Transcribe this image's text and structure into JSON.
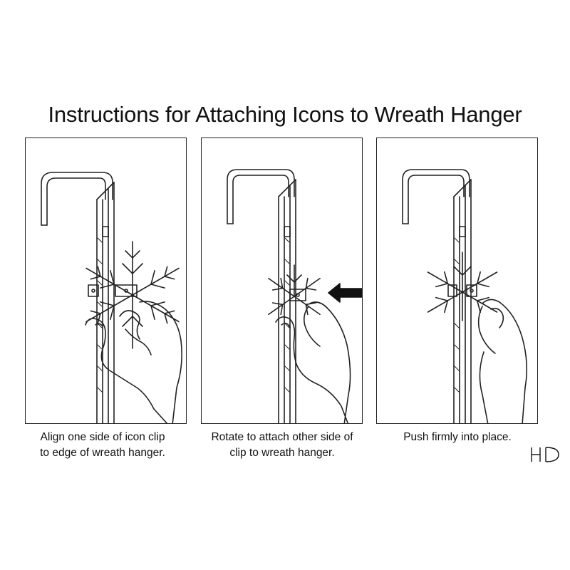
{
  "title": "Instructions for Attaching Icons to Wreath Hanger",
  "steps": [
    {
      "line1": "Align one side of icon clip",
      "line2": "to edge of wreath hanger."
    },
    {
      "line1": "Rotate to attach other side of",
      "line2": "clip to wreath hanger."
    },
    {
      "line1": "Push firmly into place.",
      "line2": ""
    }
  ],
  "logo_text": "HD"
}
